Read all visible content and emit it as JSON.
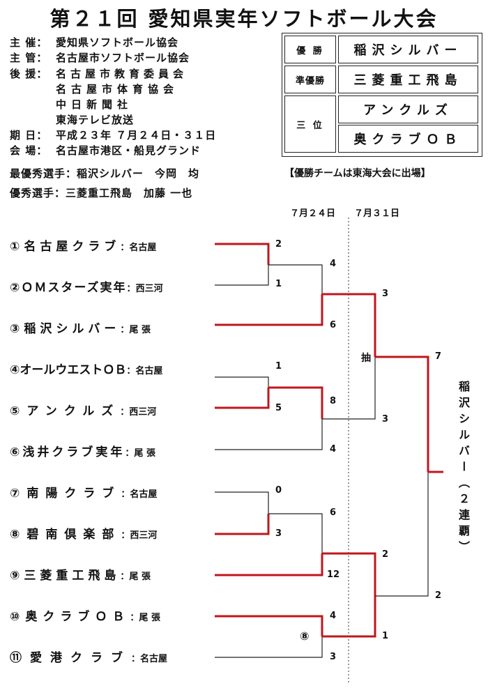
{
  "title": "第２１回 愛知県実年ソフトボール大会",
  "info": [
    {
      "label": "主 催：",
      "value": "愛知県ソフトボール協会"
    },
    {
      "label": "主 管：",
      "value": "名古屋市ソフトボール協会"
    },
    {
      "label": "後 援：",
      "value": "名古屋市教育委員会"
    },
    {
      "label": "",
      "value": "名古屋市体育協会"
    },
    {
      "label": "",
      "value": "中日新聞社"
    },
    {
      "label": "",
      "value": "東海テレビ放送"
    },
    {
      "label": "期 日：",
      "value": "平成２３年 ７月２４日・３１日"
    },
    {
      "label": "会 場：",
      "value": "名古屋市港区・船見グランド"
    }
  ],
  "awards": {
    "mvp": "最優秀選手：稲沢シルバー　今岡　均",
    "outstanding": "優秀選手：三菱重工飛島　加藤 一也"
  },
  "results": {
    "winner_label": "優 勝",
    "winner": "稲沢シルバー",
    "runner_up_label": "準優勝",
    "runner_up": "三菱重工飛島",
    "third_label": "三 位",
    "third_1": "アンクルズ",
    "third_2": "奥クラブＯＢ"
  },
  "note": "【優勝チームは東海大会に出場】",
  "dates": {
    "round1": "７月２４日",
    "round2": "７月３１日"
  },
  "teams": [
    {
      "name": "①名古屋クラブ",
      "region": "名古屋"
    },
    {
      "name": "②ＯＭスターズ実年",
      "region": "西三河"
    },
    {
      "name": "③稲沢シルバー",
      "region": "尾 張"
    },
    {
      "name": "④オールウエストＯＢ",
      "region": "名古屋"
    },
    {
      "name": "⑤アンクルズ",
      "region": "西三河"
    },
    {
      "name": "⑥浅井クラブ実年",
      "region": "尾 張"
    },
    {
      "name": "⑦南陽クラブ",
      "region": "名古屋"
    },
    {
      "name": "⑧碧南倶楽部",
      "region": "西三河"
    },
    {
      "name": "⑨三菱重工飛島",
      "region": "尾 張"
    },
    {
      "name": "⑩奥クラブＯＢ",
      "region": "尾 張"
    },
    {
      "name": "⑪愛港クラブ",
      "region": "名古屋"
    }
  ],
  "scores": {
    "g1_top": "2",
    "g1_bot": "1",
    "g2_top": "1",
    "g2_bot": "5",
    "g3_top": "0",
    "g3_bot": "3",
    "g4_top": "4",
    "g4_bot": "3",
    "r2a_top": "4",
    "r2a_bot": "6",
    "r2b_top": "8",
    "r2b_bot": "4",
    "r2c_top": "6",
    "r2c_bot": "12",
    "sf1_top": "3",
    "sf1_bot": "3",
    "sf2_top": "2",
    "sf2_bot": "1",
    "final_top": "7",
    "final_bot": "2"
  },
  "lottery_mark": "抽",
  "game_no_mark": "⑧",
  "champion_label": "稲沢シルバー（２連覇）",
  "colors": {
    "win_line": "#c0161c",
    "lose_line": "#222222"
  }
}
